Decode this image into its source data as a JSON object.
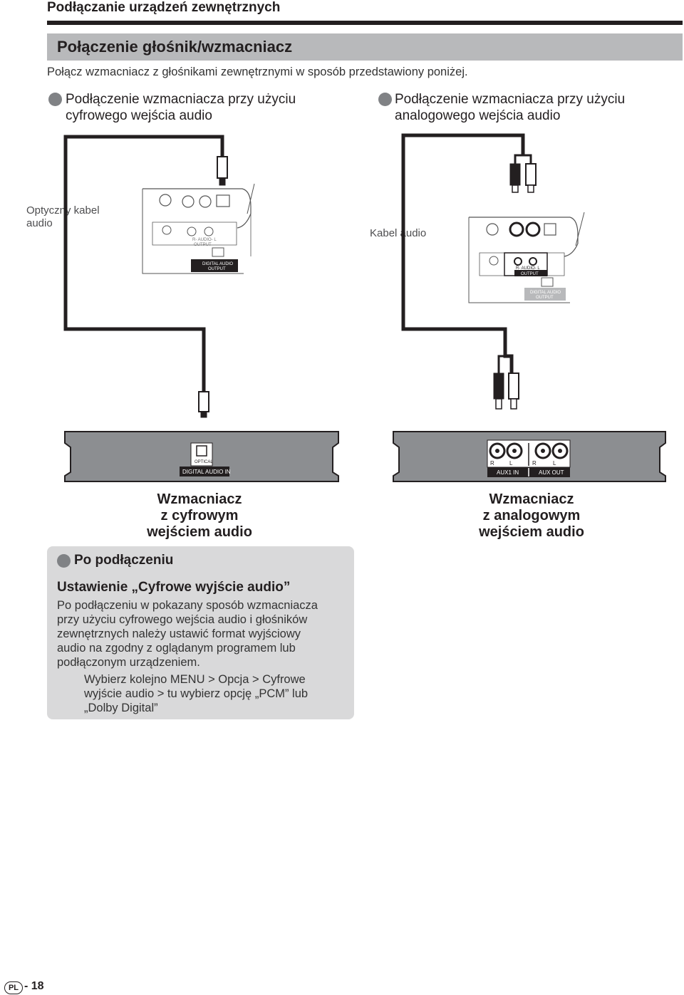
{
  "header": {
    "title": "Podłączanie urządzeń zewnętrznych"
  },
  "section": {
    "title": "Połączenie głośnik/wzmacniacz",
    "intro": "Połącz wzmacniacz z głośnikami zewnętrznymi w sposób przedstawiony poniżej."
  },
  "left_col": {
    "title_line1": "Podłączenie wzmacniacza przy użyciu",
    "title_line2": "cyfrowego wejścia audio",
    "cable_label_line1": "Optyczny kabel",
    "cable_label_line2": "audio",
    "tv_panel": {
      "audio_out": "R- AUDIO- L",
      "output": "OUTPUT",
      "digital_out_line1": "DIGITAL AUDIO",
      "digital_out_line2": "OUTPUT"
    },
    "amp_panel": {
      "optical": "OPTICAL",
      "input": "DIGITAL AUDIO IN"
    },
    "amp_label_line1": "Wzmacniacz",
    "amp_label_line2": "z cyfrowym",
    "amp_label_line3": "wejściem audio"
  },
  "right_col": {
    "title_line1": "Podłączenie wzmacniacza przy użyciu",
    "title_line2": "analogowego wejścia audio",
    "cable_label": "Kabel audio",
    "tv_panel": {
      "audio_out": "R- AUDIO- L",
      "output": "OUTPUT",
      "digital_out_line1": "DIGITAL AUDIO",
      "digital_out_line2": "OUTPUT"
    },
    "amp_panel": {
      "r1": "R",
      "l1": "L",
      "r2": "R",
      "l2": "L",
      "aux_in": "AUX1 IN",
      "aux_out": "AUX OUT"
    },
    "amp_label_line1": "Wzmacniacz",
    "amp_label_line2": "z analogowym",
    "amp_label_line3": "wejściem audio"
  },
  "after": {
    "title": "Po podłączeniu",
    "setting_title": "Ustawienie „Cyfrowe wyjście audio”",
    "body": "Po podłączeniu w pokazany sposób wzmacniacza\nprzy użyciu cyfrowego wejścia audio i głośników\nzewnętrznych należy ustawić format wyjściowy\naudio na zgodny z oglądanym programem lub\npodłączonym urządzeniem.",
    "step": "Wybierz kolejno MENU > Opcja > Cyfrowe\nwyjście audio > tu wybierz opcję „PCM” lub\n„Dolby Digital”"
  },
  "footer": {
    "lang": "PL",
    "page": "- 18"
  },
  "colors": {
    "bar": "#b8b9bb",
    "bullet": "#808285",
    "box": "#d9d9da",
    "amp": "#8c8e91",
    "text": "#231f20"
  }
}
